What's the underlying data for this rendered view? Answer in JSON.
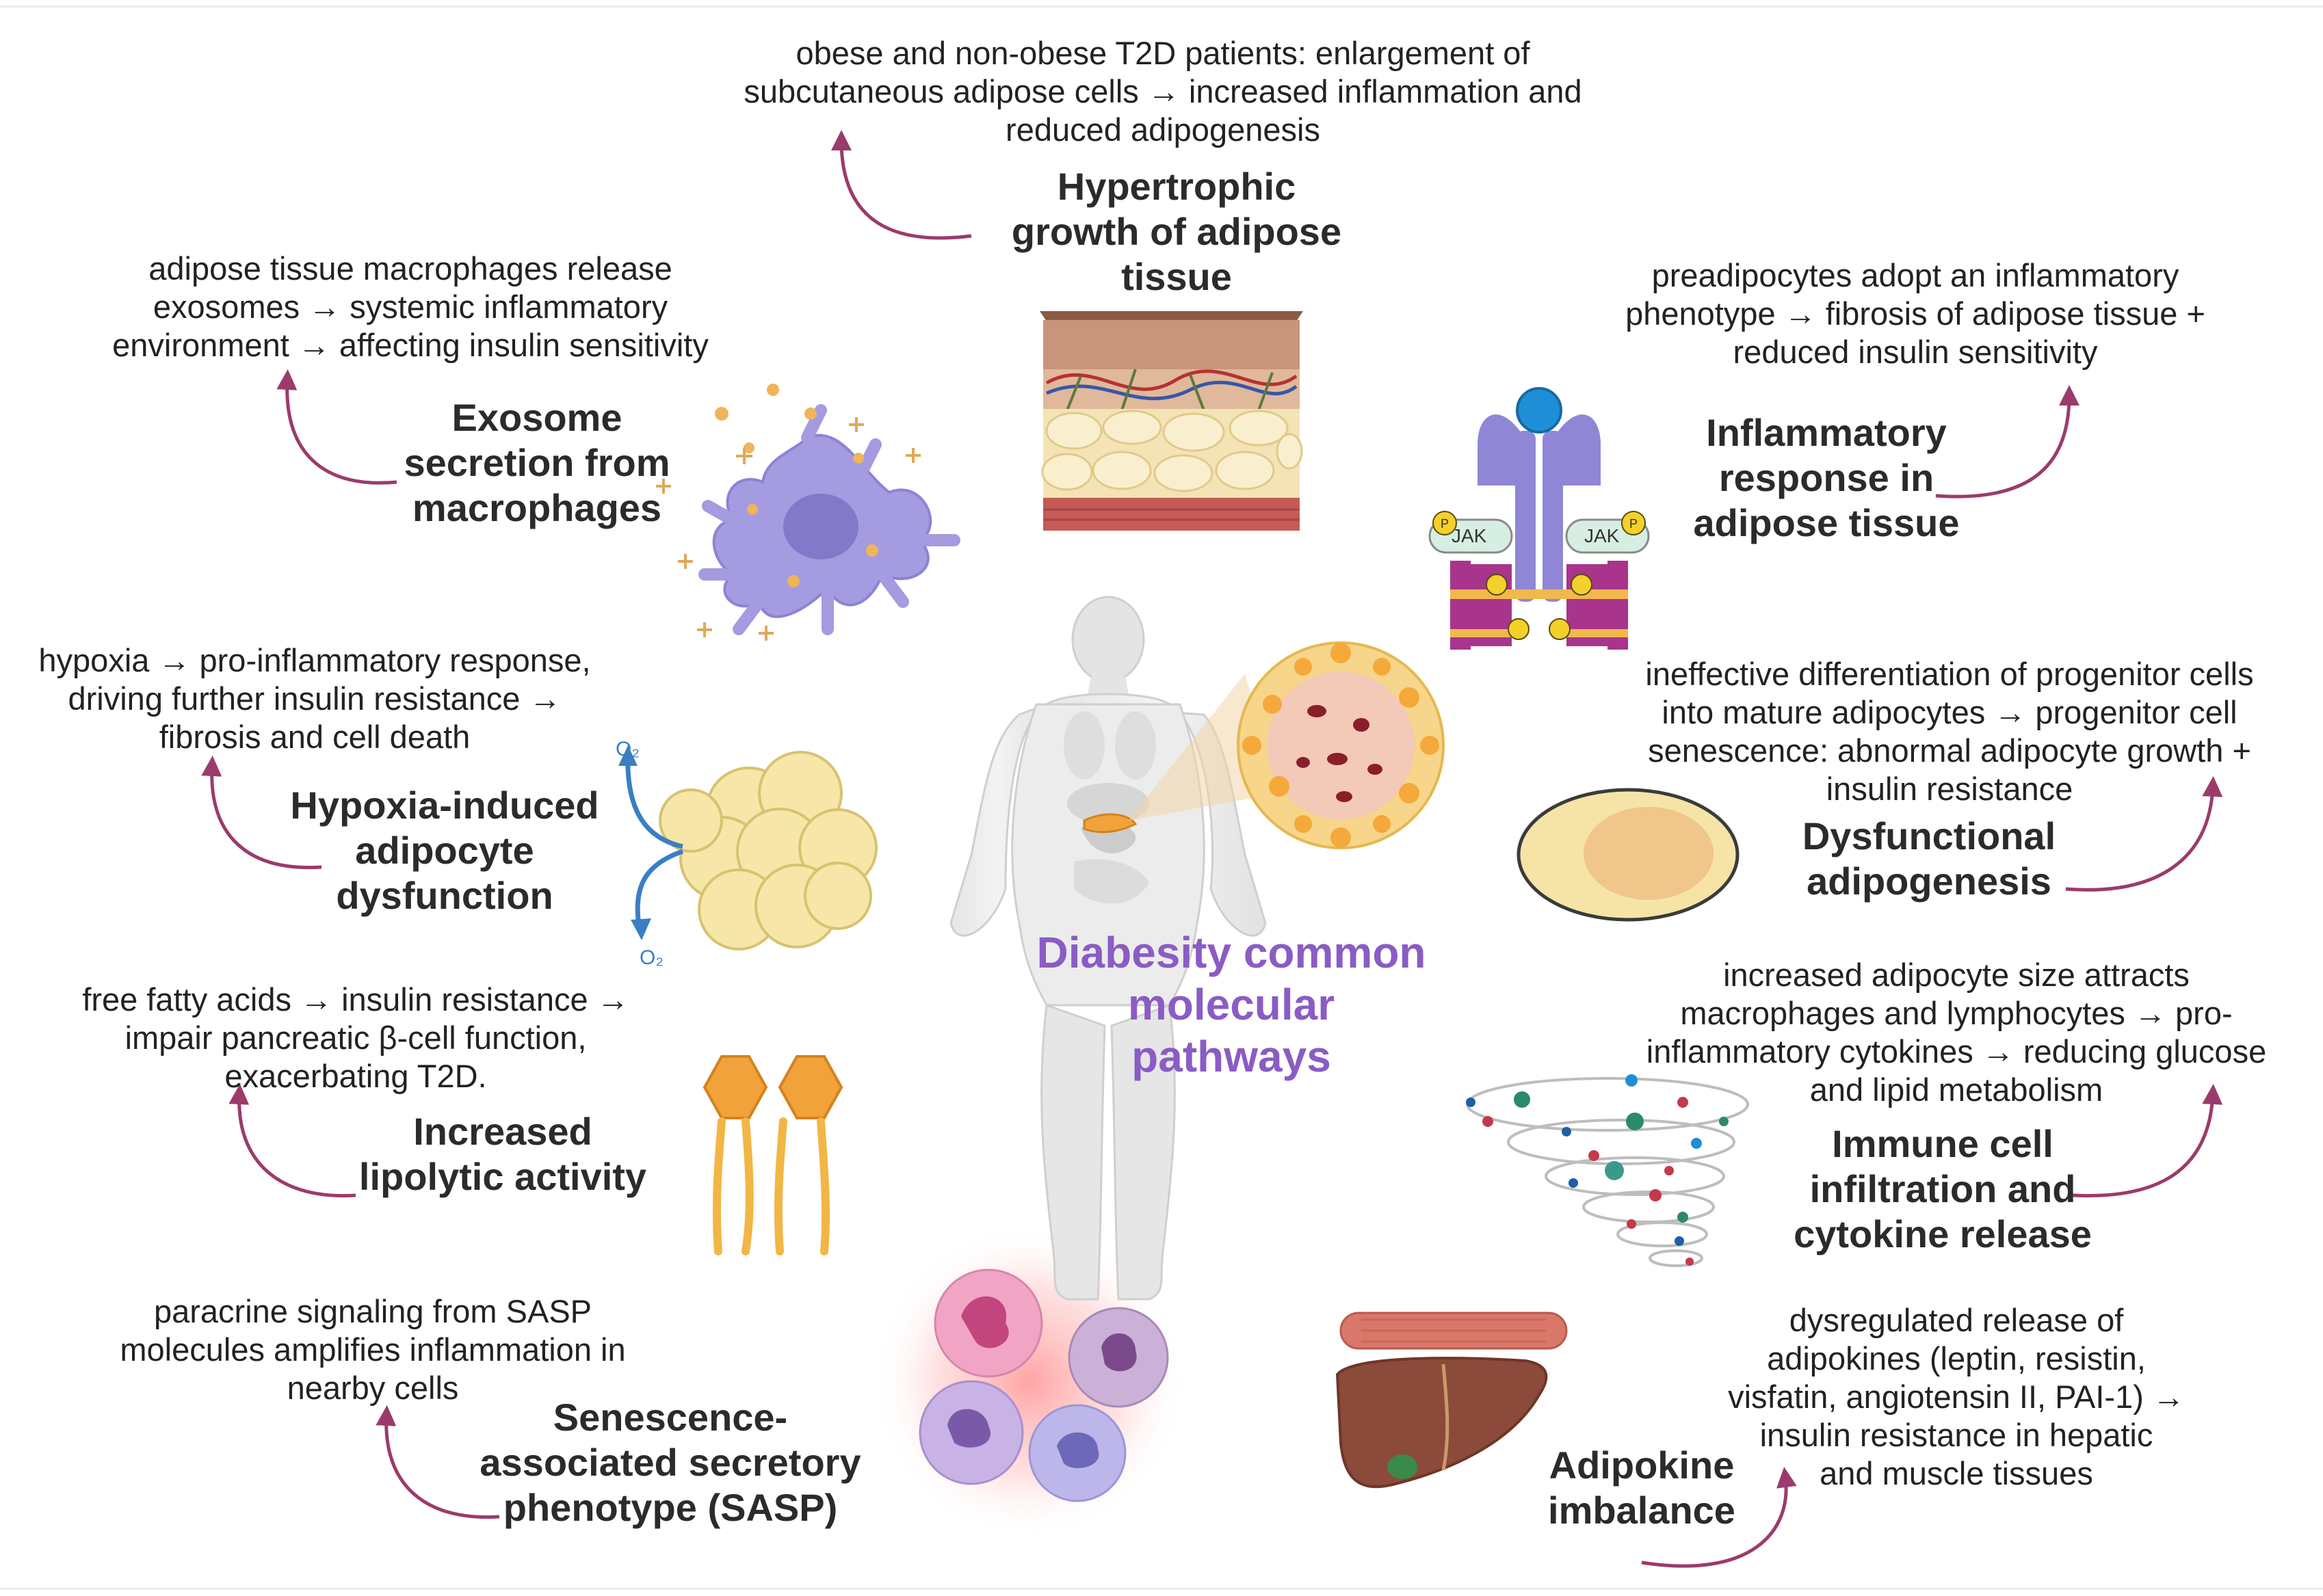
{
  "center": {
    "title": "Diabesity common\nmolecular\npathways"
  },
  "labels": {
    "o2_top": "O₂",
    "o2_bottom": "O₂",
    "jak_left": "JAK",
    "jak_right": "JAK",
    "phospho": "P"
  },
  "pathways": [
    {
      "id": "hypertrophic",
      "title": "Hypertrophic\ngrowth of adipose\ntissue",
      "description": "obese and non-obese T2D patients: enlargement of\nsubcutaneous adipose cells → increased inflammation and\nreduced adipogenesis"
    },
    {
      "id": "exosome",
      "title": "Exosome\nsecretion from\nmacrophages",
      "description": "adipose tissue macrophages release\nexosomes → systemic inflammatory\nenvironment  → affecting insulin sensitivity"
    },
    {
      "id": "inflammatory",
      "title": "Inflammatory\nresponse in\nadipose tissue",
      "description": "preadipocytes adopt an inflammatory\nphenotype → fibrosis of adipose tissue +\nreduced insulin sensitivity"
    },
    {
      "id": "hypoxia",
      "title": "Hypoxia-induced\nadipocyte\ndysfunction",
      "description": "hypoxia → pro-inflammatory response,\ndriving further insulin resistance →\nfibrosis and cell death"
    },
    {
      "id": "adipogenesis",
      "title": "Dysfunctional\nadipogenesis",
      "description": "ineffective differentiation of progenitor cells\ninto mature adipocytes → progenitor cell\nsenescence: abnormal adipocyte growth +\ninsulin resistance"
    },
    {
      "id": "lipolytic",
      "title": "Increased\nlipolytic activity",
      "description": "free fatty acids → insulin resistance →\nimpair pancreatic β-cell function,\nexacerbating T2D."
    },
    {
      "id": "immune",
      "title": "Immune cell\ninfiltration and\ncytokine release",
      "description": "increased adipocyte size attracts\nmacrophages and lymphocytes  →  pro-\ninflammatory cytokines  → reducing glucose\nand lipid metabolism"
    },
    {
      "id": "sasp",
      "title": "Senescence-\nassociated secretory\nphenotype (SASP)",
      "description": "paracrine signaling from SASP\nmolecules amplifies inflammation in\nnearby cells"
    },
    {
      "id": "adipokine",
      "title": "Adipokine\nimbalance",
      "description": "dysregulated release of\nadipokines (leptin, resistin,\nvisfatin, angiotensin II, PAI-1) →\ninsulin resistance in hepatic\nand muscle tissues"
    }
  ],
  "colors": {
    "arrow": "#9b3b6b",
    "center_title": "#8a5cc4",
    "macrophage": "#a49be0",
    "adipocyte": "#f6e7a8",
    "receptor": "#8f86d6",
    "liver": "#8c4a3a",
    "muscle": "#d9786a"
  }
}
